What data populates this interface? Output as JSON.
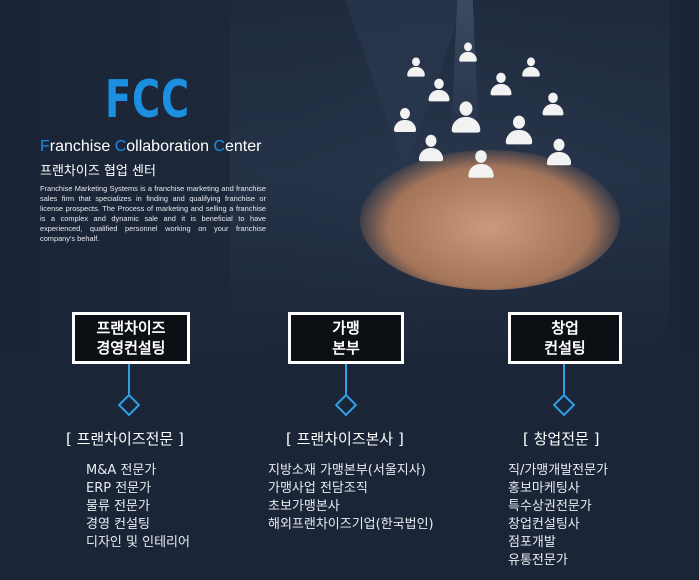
{
  "brand": {
    "title": "FCC",
    "subtitle_parts": [
      {
        "cap": "F",
        "rest": "ranchise "
      },
      {
        "cap": "C",
        "rest": "ollaboration "
      },
      {
        "cap": "C",
        "rest": "enter"
      }
    ],
    "subtitle_ko": "프랜차이즈 협업 센터",
    "description": "Franchise Marketing Systems is a franchise marketing and franchise sales firm that specializes in finding and qualifying franchise or license prospects. The Process of marketing and selling a franchise is a complex and dynamic sale and it is beneficial to have experienced, qualified personnel working on your franchise company's behalf."
  },
  "colors": {
    "accent": "#1c8fe0",
    "connector": "#2f9fe6",
    "background": "#1b2538"
  },
  "hero_icons": [
    "person-icon"
  ],
  "columns": [
    {
      "box_line1": "프랜차이즈",
      "box_line2": "경영컨설팅",
      "heading": "[ 프랜차이즈전문 ]",
      "items": [
        "M&A 전문가",
        "ERP 전문가",
        "물류 전문가",
        "경영 컨설팅",
        "디자인 및 인테리어"
      ]
    },
    {
      "box_line1": "가맹",
      "box_line2": "본부",
      "heading": "[ 프랜차이즈본사 ]",
      "items": [
        "지방소재 가맹본부(서울지사)",
        "가맹사업 전담조직",
        "초보가맹본사",
        "해외프랜차이즈기업(한국법인)"
      ]
    },
    {
      "box_line1": "창업",
      "box_line2": "컨설팅",
      "heading": "[ 창업전문 ]",
      "items": [
        "직/가맹개발전문가",
        "홍보마케팅사",
        "특수상권전문가",
        "창업컨설팅사",
        "점포개발",
        "유통전문가"
      ]
    }
  ]
}
